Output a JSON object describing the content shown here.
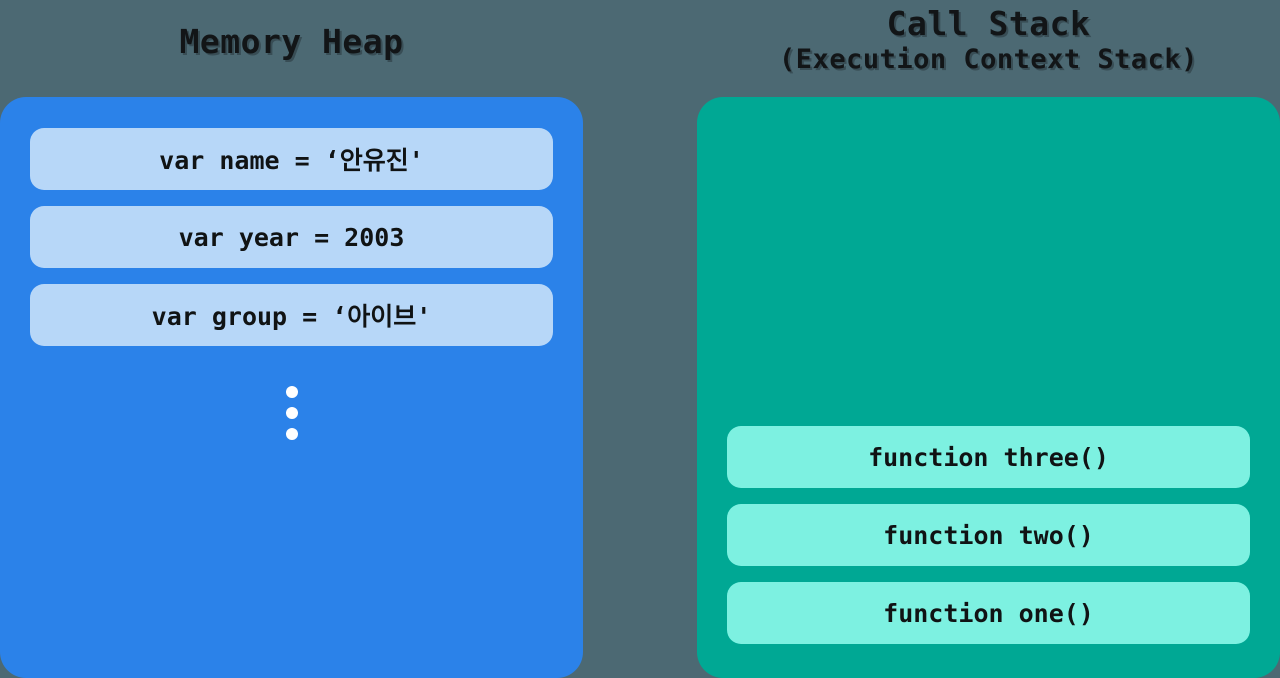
{
  "canvas": {
    "background_color": "#4c6973",
    "text_color": "#101314"
  },
  "heap": {
    "title": "Memory Heap",
    "panel_color": "#2b82e9",
    "box_color": "#b7d7f8",
    "items": [
      {
        "label": "var name = ‘안유진'"
      },
      {
        "label": "var year = 2003"
      },
      {
        "label": "var group = ‘아이브'"
      }
    ],
    "ellipsis": {
      "dot_count": 3,
      "dot_color": "#ffffff"
    }
  },
  "stack": {
    "title": "Call Stack",
    "subtitle": "(Execution Context Stack)",
    "panel_color": "#00a894",
    "box_color": "#7df1e1",
    "frames": [
      {
        "label": "function three()"
      },
      {
        "label": "function two()"
      },
      {
        "label": "function one()"
      }
    ]
  }
}
